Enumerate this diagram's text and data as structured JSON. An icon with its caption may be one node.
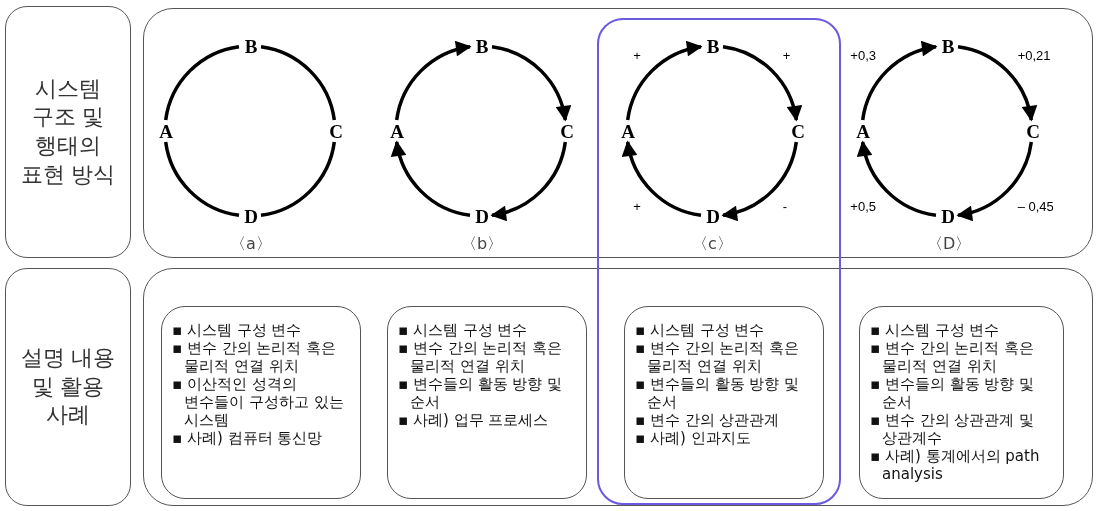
{
  "diagram": {
    "nodes": [
      {
        "text": [
          "시스템 구조 및 행태의 표현 방식"
        ]
      },
      {
        "text": [],
        "shape": "box"
      },
      {
        "text": [
          "설명 내용 및 활용 사례"
        ]
      },
      {
        "text": [],
        "shape": "box"
      },
      {
        "text": [
          "A"
        ],
        "in": 1
      },
      {
        "text": [
          "B"
        ],
        "in": 1
      },
      {
        "text": [
          "C"
        ],
        "in": 1
      },
      {
        "text": [
          "D"
        ],
        "in": 1
      },
      {
        "text": [
          "A"
        ],
        "in": 1
      },
      {
        "text": [
          "B"
        ],
        "in": 1
      },
      {
        "text": [
          "C"
        ],
        "in": 1
      },
      {
        "text": [
          "D"
        ],
        "in": 1
      },
      {
        "text": [
          "A"
        ],
        "in": 1
      },
      {
        "text": [
          "B"
        ],
        "in": 1
      },
      {
        "text": [
          "C"
        ],
        "in": 1
      },
      {
        "text": [
          "D"
        ],
        "in": 1
      },
      {
        "text": [
          "A"
        ],
        "in": 1
      },
      {
        "text": [
          "B"
        ],
        "in": 1
      },
      {
        "text": [
          "C"
        ],
        "in": 1
      },
      {
        "text": [
          "D"
        ],
        "in": 1
      },
      {
        "text": [
          "▪ 시스템 구성 변수",
          "▪ 변수 간의 논리적 혹은 물리적 연결 위치",
          "▪ 이산적인 성격의 변수들이 구성하고 있는 시스템",
          "▪ 사례) 컴퓨터 통신망"
        ],
        "in": 3
      },
      {
        "text": [
          "▪ 시스템 구성 변수",
          "▪ 변수 간의 논리적 혹은 물리적 연결 위치",
          "▪ 변수들의 활동 방향 및 순서",
          "▪ 사례) 업무 프로세스"
        ],
        "in": 3
      },
      {
        "text": [
          "▪ 시스템 구성 변수",
          "▪ 변수 간의 논리적 혹은 물리적 연결 위치",
          "▪ 변수들의 활동 방향 및 순서",
          "▪ 변수 간의 상관관계",
          "▪ 사례) 인과지도"
        ],
        "in": 3
      },
      {
        "text": [
          "▪ 시스템 구성 변수",
          "▪ 변수 간의 논리적 혹은 물리적 연결 위치",
          "▪ 변수들의 활동 방향 및 순서",
          "▪ 변수 간의 상관관계 및 상관계수",
          "▪ 사례) 통계에서의 path analysis"
        ],
        "in": 3
      }
    ],
    "edges": [
      {
        "from": 4,
        "to": 5,
        "arrow": "none"
      },
      {
        "from": 5,
        "to": 6,
        "arrow": "none"
      },
      {
        "from": 6,
        "to": 7,
        "arrow": "none"
      },
      {
        "from": 7,
        "to": 4,
        "arrow": "none"
      },
      {
        "from": 8,
        "to": 9,
        "arrow": "to"
      },
      {
        "from": 9,
        "to": 10,
        "arrow": "to"
      },
      {
        "from": 10,
        "to": 11,
        "arrow": "to"
      },
      {
        "from": 11,
        "to": 8,
        "arrow": "to"
      },
      {
        "from": 12,
        "to": 13,
        "arrow": "to",
        "label": "+"
      },
      {
        "from": 13,
        "to": 14,
        "arrow": "to",
        "label": "+"
      },
      {
        "from": 14,
        "to": 15,
        "arrow": "to",
        "label": "-"
      },
      {
        "from": 15,
        "to": 12,
        "arrow": "to",
        "label": "+"
      },
      {
        "from": 16,
        "to": 17,
        "arrow": "to",
        "label": "+0,3"
      },
      {
        "from": 17,
        "to": 18,
        "arrow": "to",
        "label": "+0,21"
      },
      {
        "from": 18,
        "to": 19,
        "arrow": "to",
        "label": "– 0,45"
      },
      {
        "from": 19,
        "to": 16,
        "arrow": "to",
        "label": "+0,5"
      }
    ],
    "labels": [
      "〈a〉",
      "〈b〉",
      "〈c〉",
      "〈D〉"
    ]
  }
}
